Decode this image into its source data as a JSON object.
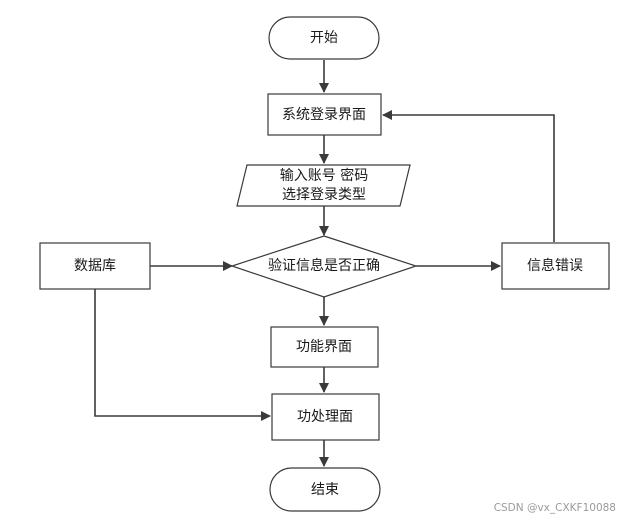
{
  "nodes": {
    "start": "开始",
    "login_screen": "系统登录界面",
    "input_line1": "输入账号 密码",
    "input_line2": "选择登录类型",
    "verify": "验证信息是否正确",
    "database": "数据库",
    "error": "信息错误",
    "function_screen": "功能界面",
    "process_screen": "功处理面",
    "end": "结束"
  },
  "watermark": "CSDN @vx_CXKF10088"
}
